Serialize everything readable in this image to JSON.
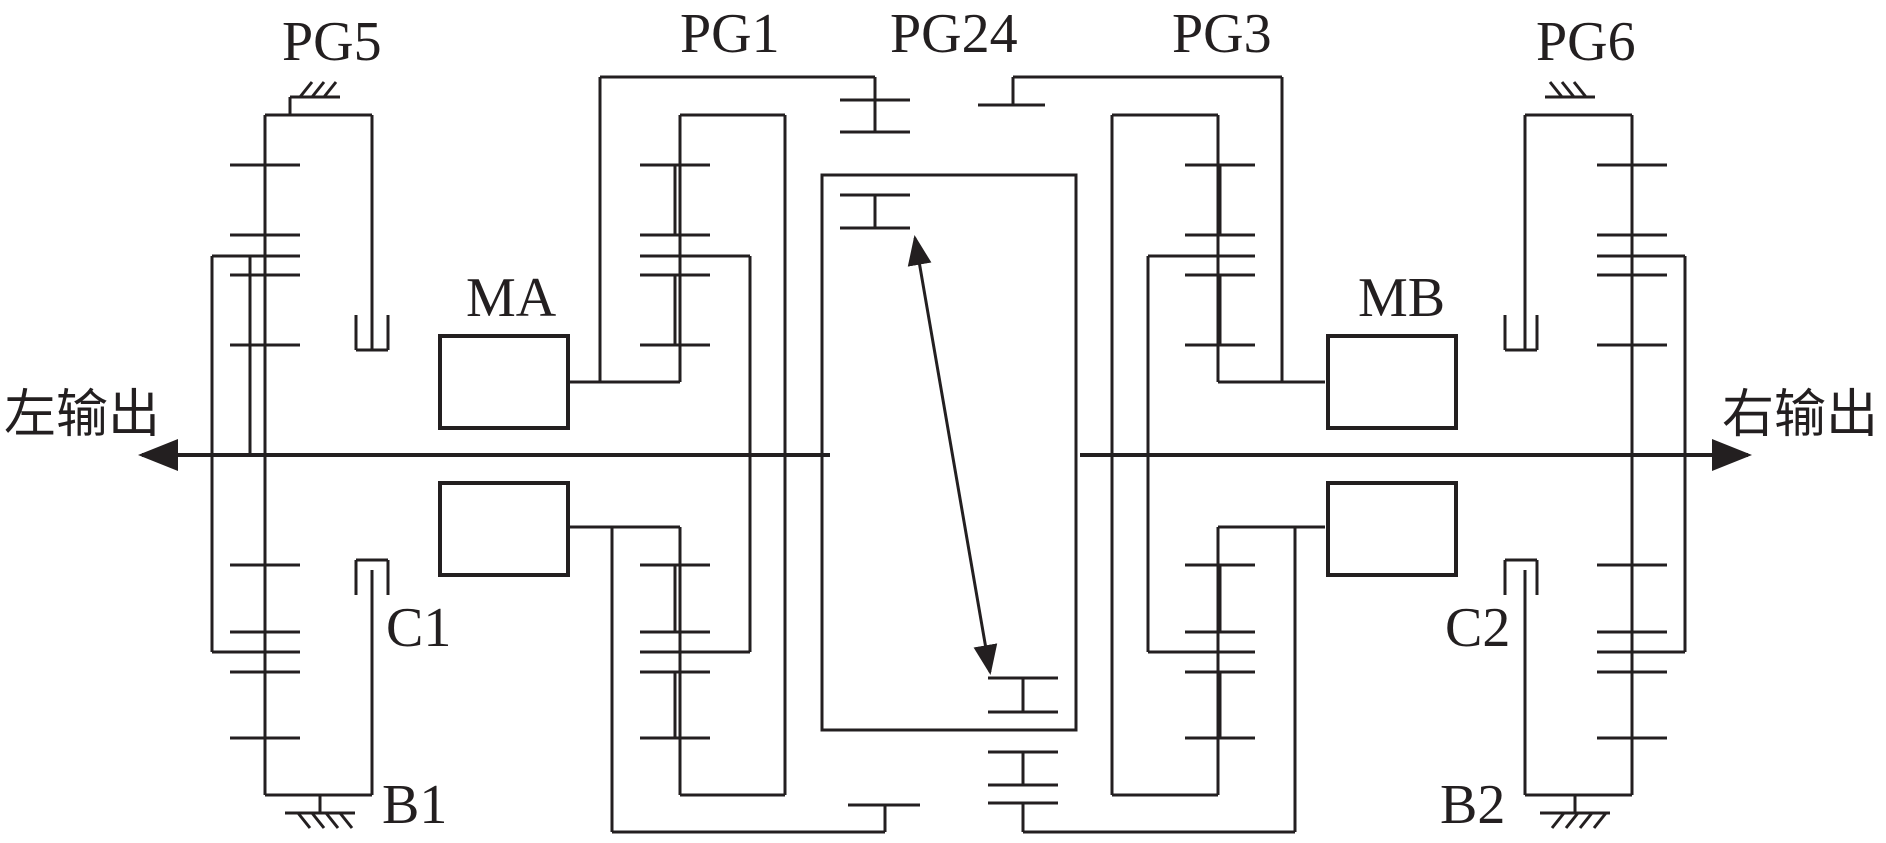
{
  "labels": {
    "pg5": "PG5",
    "pg1": "PG1",
    "pg24": "PG24",
    "pg3": "PG3",
    "pg6": "PG6",
    "ma": "MA",
    "mb": "MB",
    "c1": "C1",
    "c2": "C2",
    "b1": "B1",
    "b2": "B2",
    "left_output": "左输出",
    "right_output": "右输出"
  },
  "colors": {
    "line": "#231f20",
    "background": "#ffffff"
  }
}
